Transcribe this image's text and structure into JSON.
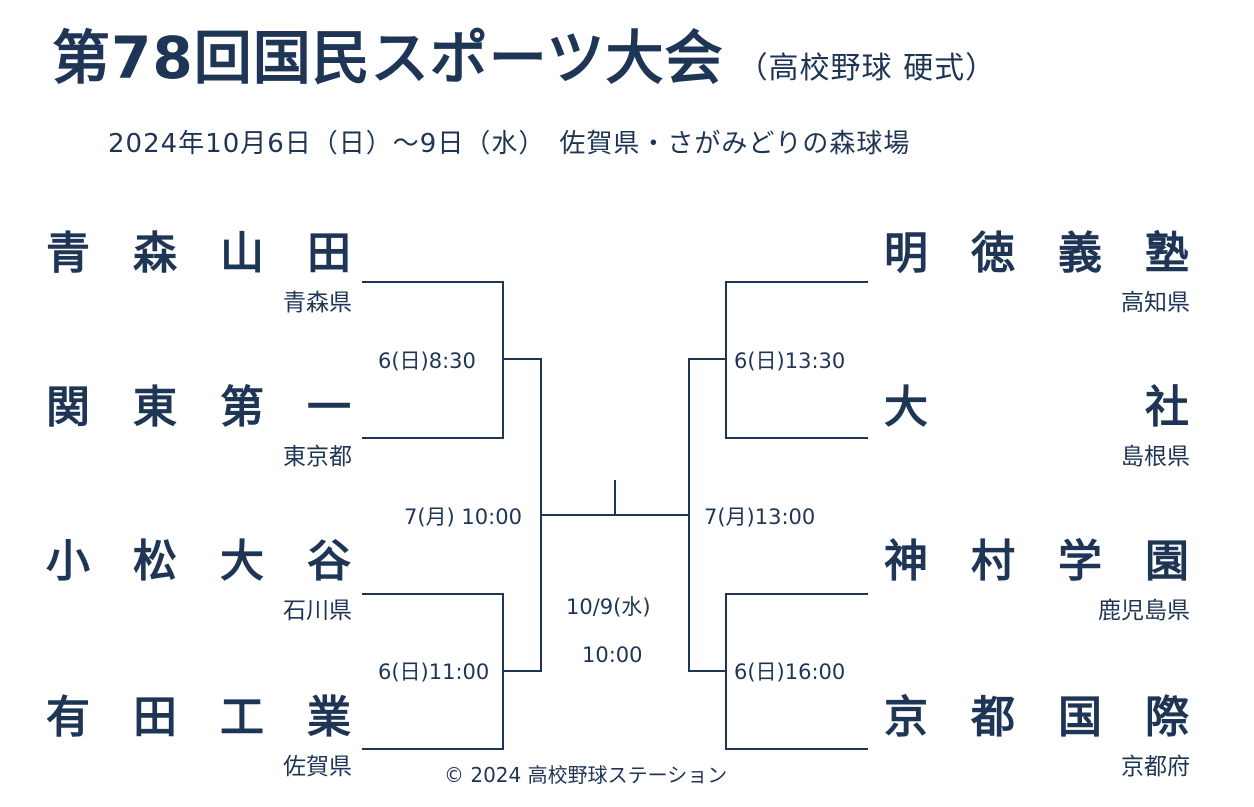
{
  "header": {
    "title": "第78回国民スポーツ大会",
    "subtitle": "（高校野球 硬式）",
    "date_venue": "2024年10月6日（日）～9日（水）　佐賀県・さがみどりの森球場"
  },
  "left": [
    {
      "name": [
        "青",
        "森",
        "山",
        "田"
      ],
      "pref": "青森県"
    },
    {
      "name": [
        "関",
        "東",
        "第",
        "一"
      ],
      "pref": "東京都"
    },
    {
      "name": [
        "小",
        "松",
        "大",
        "谷"
      ],
      "pref": "石川県"
    },
    {
      "name": [
        "有",
        "田",
        "工",
        "業"
      ],
      "pref": "佐賀県"
    }
  ],
  "right": [
    {
      "name": [
        "明",
        "徳",
        "義",
        "塾"
      ],
      "pref": "高知県"
    },
    {
      "name": [
        "大",
        "社"
      ],
      "pref": "島根県"
    },
    {
      "name": [
        "神",
        "村",
        "学",
        "園"
      ],
      "pref": "鹿児島県"
    },
    {
      "name": [
        "京",
        "都",
        "国",
        "際"
      ],
      "pref": "京都府"
    }
  ],
  "times": {
    "r1_left_top": "6(日)8:30",
    "r1_left_bottom": "6(日)11:00",
    "r1_right_top": "6(日)13:30",
    "r1_right_bottom": "6(日)16:00",
    "semi_left": "7(月) 10:00",
    "semi_right": "7(月)13:00",
    "final_date": "10/9(水)",
    "final_time": "10:00"
  },
  "footer": {
    "copyright": "© 2024 高校野球ステーション"
  }
}
